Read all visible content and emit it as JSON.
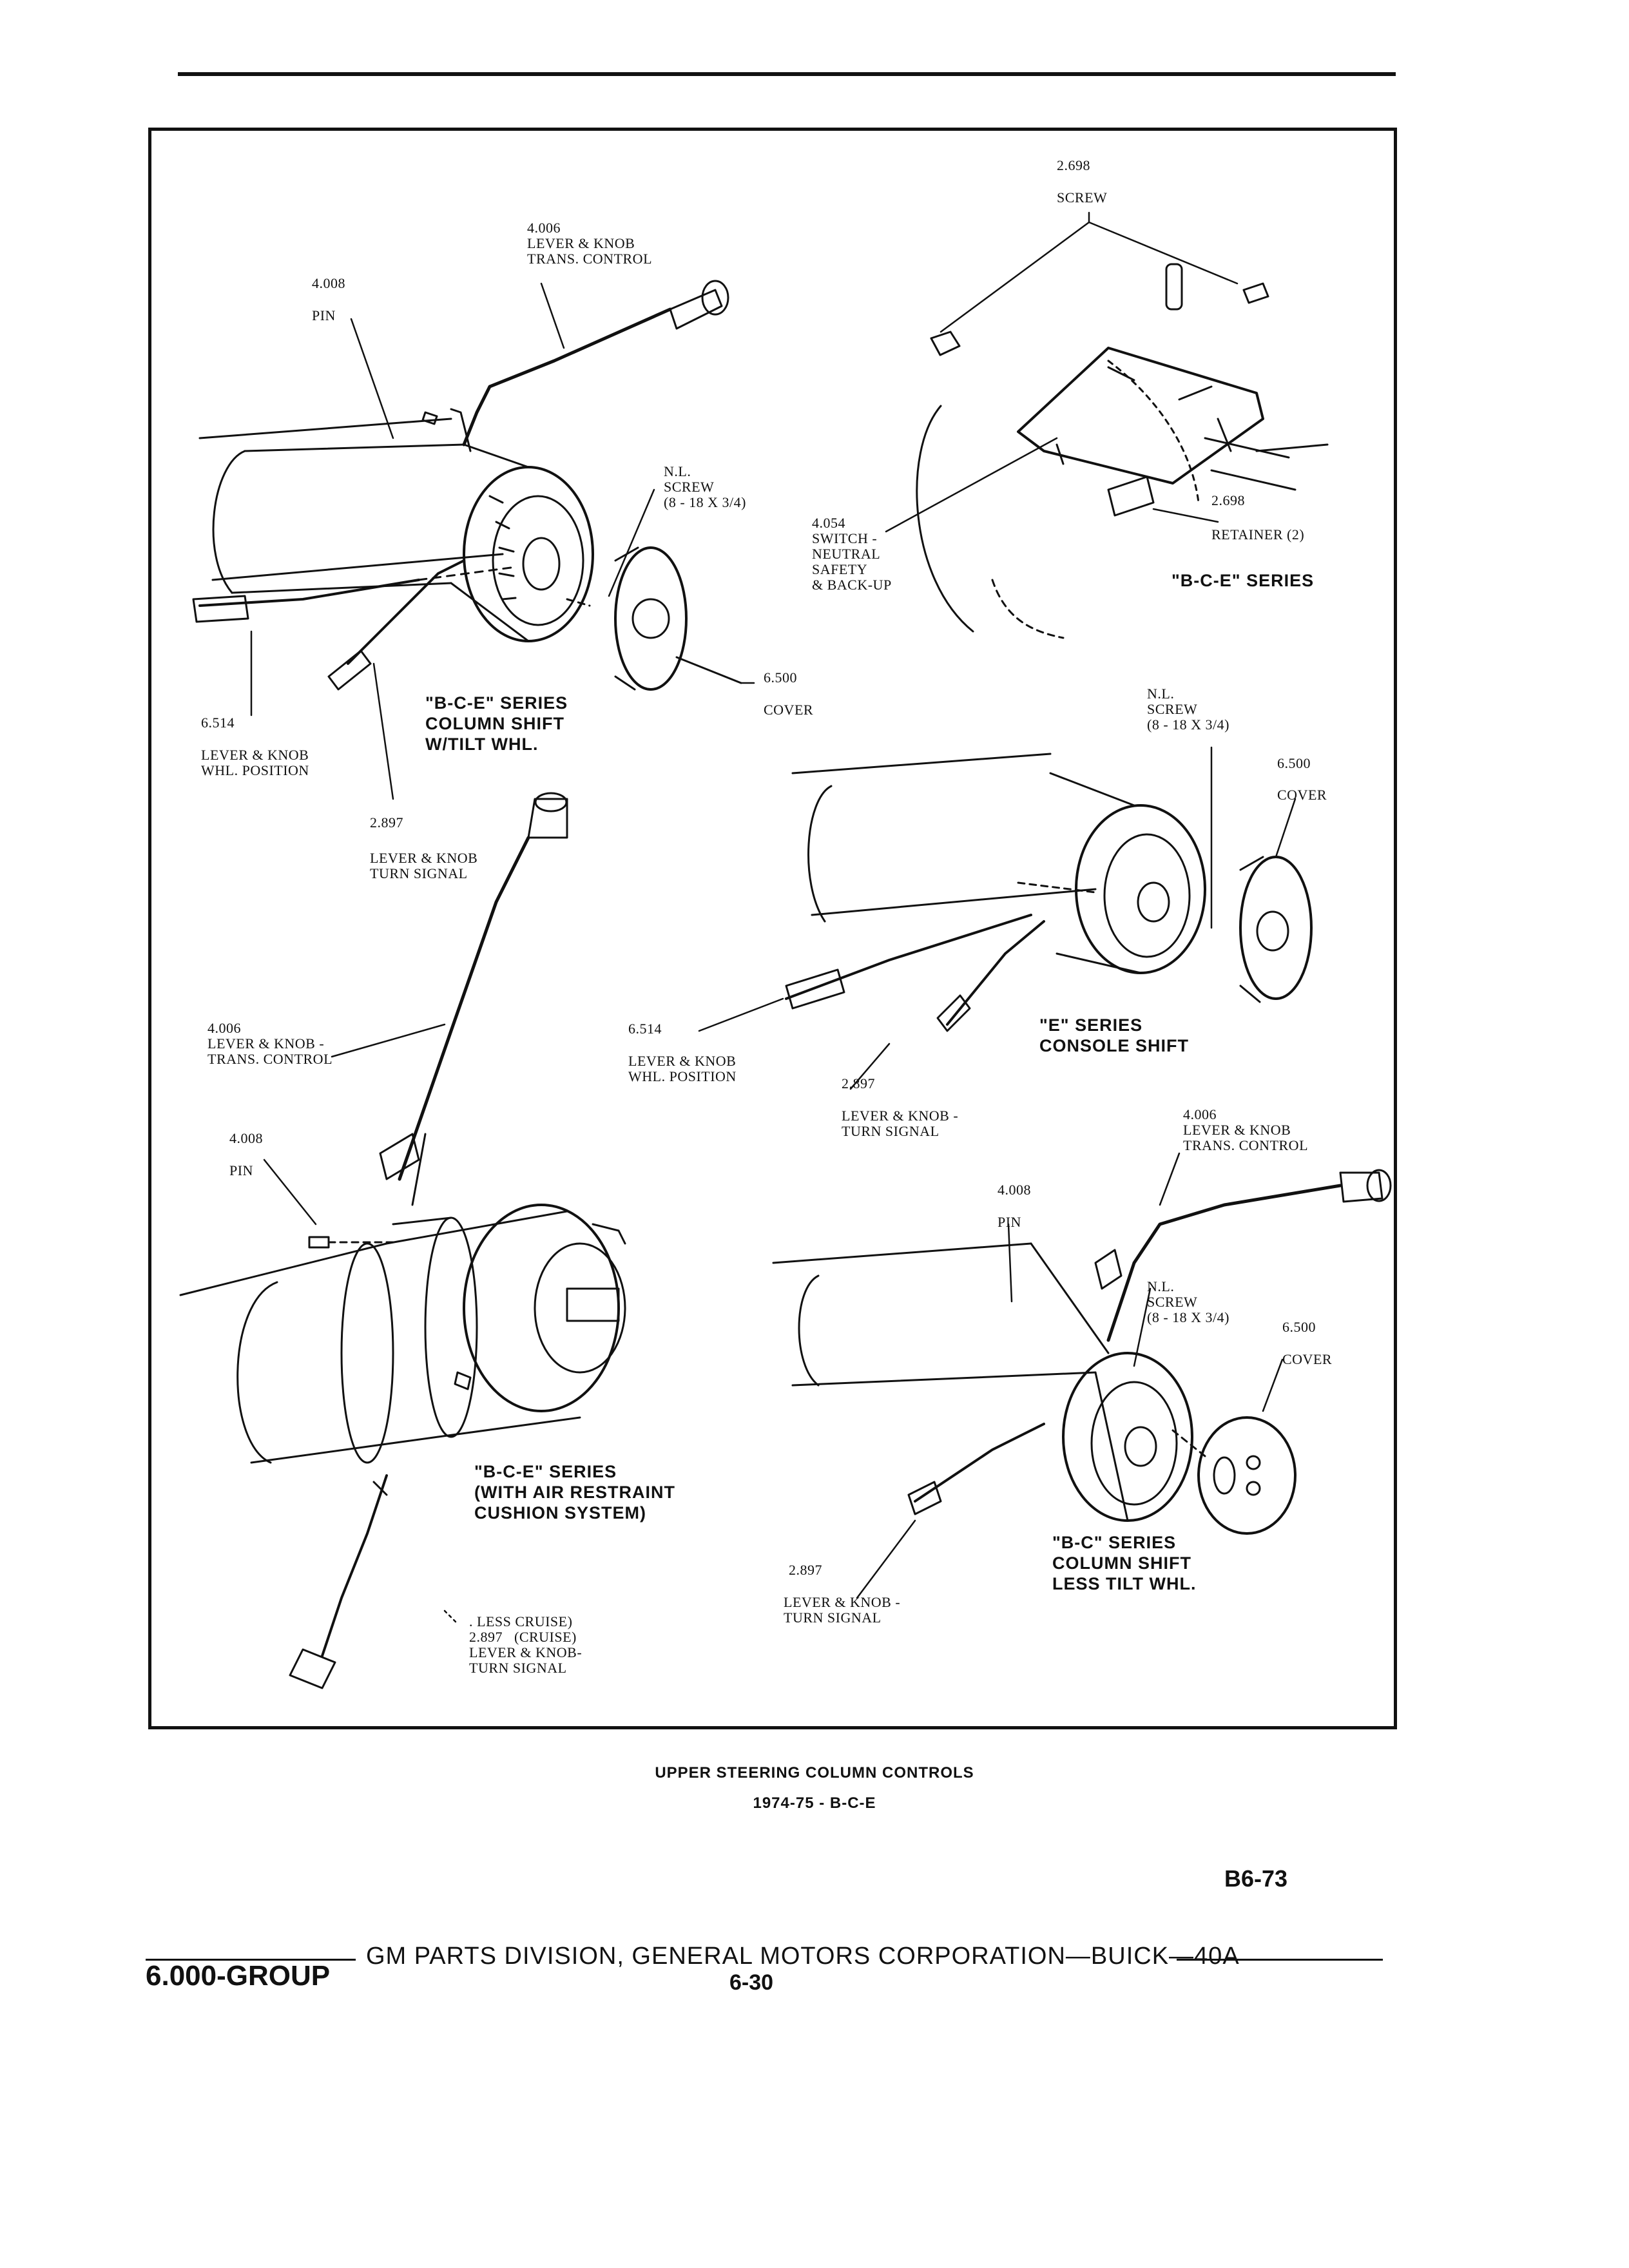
{
  "labels": {
    "tr_screw_num": "2.698",
    "tr_screw": "SCREW",
    "tr_switch": "4.054\nSWITCH -\nNEUTRAL\nSAFETY\n& BACK-UP",
    "tr_ret_num": "2.698",
    "tr_retainer": "RETAINER (2)",
    "tr_series": "\"B-C-E\" SERIES",
    "tl_lever": "4.006\nLEVER & KNOB\nTRANS. CONTROL",
    "tl_pin_num": "4.008",
    "tl_pin": "PIN",
    "tl_nl": "N.L.\nSCREW\n(8 - 18 x 3/4)",
    "tl_cover_num": "6.500",
    "tl_cover": "COVER",
    "tl_whl_num": "6.514",
    "tl_whl": "LEVER & KNOB\nWHL. POSITION",
    "tl_turn_num": "2.897",
    "tl_turn": "LEVER & KNOB\nTURN SIGNAL",
    "tl_series": "\"B-C-E\" SERIES\nCOLUMN SHIFT\nW/TILT WHL.",
    "mr_nl": "N.L.\nSCREW\n(8 - 18 x 3/4)",
    "mr_cover_num": "6.500",
    "mr_cover": "COVER",
    "mr_whl_num": "6.514",
    "mr_whl": "LEVER & KNOB\nWHL. POSITION",
    "mr_turn_num": "2.897",
    "mr_turn": "LEVER & KNOB -\nTURN SIGNAL",
    "mr_series": "\"E\" SERIES\nCONSOLE SHIFT",
    "bl_lever": "4.006\nLEVER & KNOB -\nTRANS. CONTROL",
    "bl_pin_num": "4.008",
    "bl_pin": "PIN",
    "bl_series": "\"B-C-E\" SERIES\n(WITH AIR RESTRAINT\nCUSHION SYSTEM)",
    "bl_turn": ". LESS CRUISE)\n2.897   (CRUISE)\nLEVER & KNOB-\nTURN SIGNAL",
    "br_lever": "4.006\nLEVER & KNOB\nTRANS. CONTROL",
    "br_pin_num": "4.008",
    "br_pin": "PIN",
    "br_nl": "N.L.\nSCREW\n(8 - 18 x 3/4)",
    "br_cover_num": "6.500",
    "br_cover": "COVER",
    "br_turn_num": "2.897",
    "br_turn": "LEVER & KNOB -\nTURN SIGNAL",
    "br_series": "\"B-C\" SERIES\nCOLUMN SHIFT\nLESS TILT WHL."
  },
  "caption": {
    "title": "UPPER STEERING COLUMN CONTROLS",
    "subtitle": "1974-75 - B-C-E"
  },
  "page_code": "B6-73",
  "footer": {
    "publisher": "GM PARTS DIVISION, GENERAL MOTORS CORPORATION—BUICK—40A",
    "group": "6.000-GROUP",
    "page": "6-30"
  }
}
